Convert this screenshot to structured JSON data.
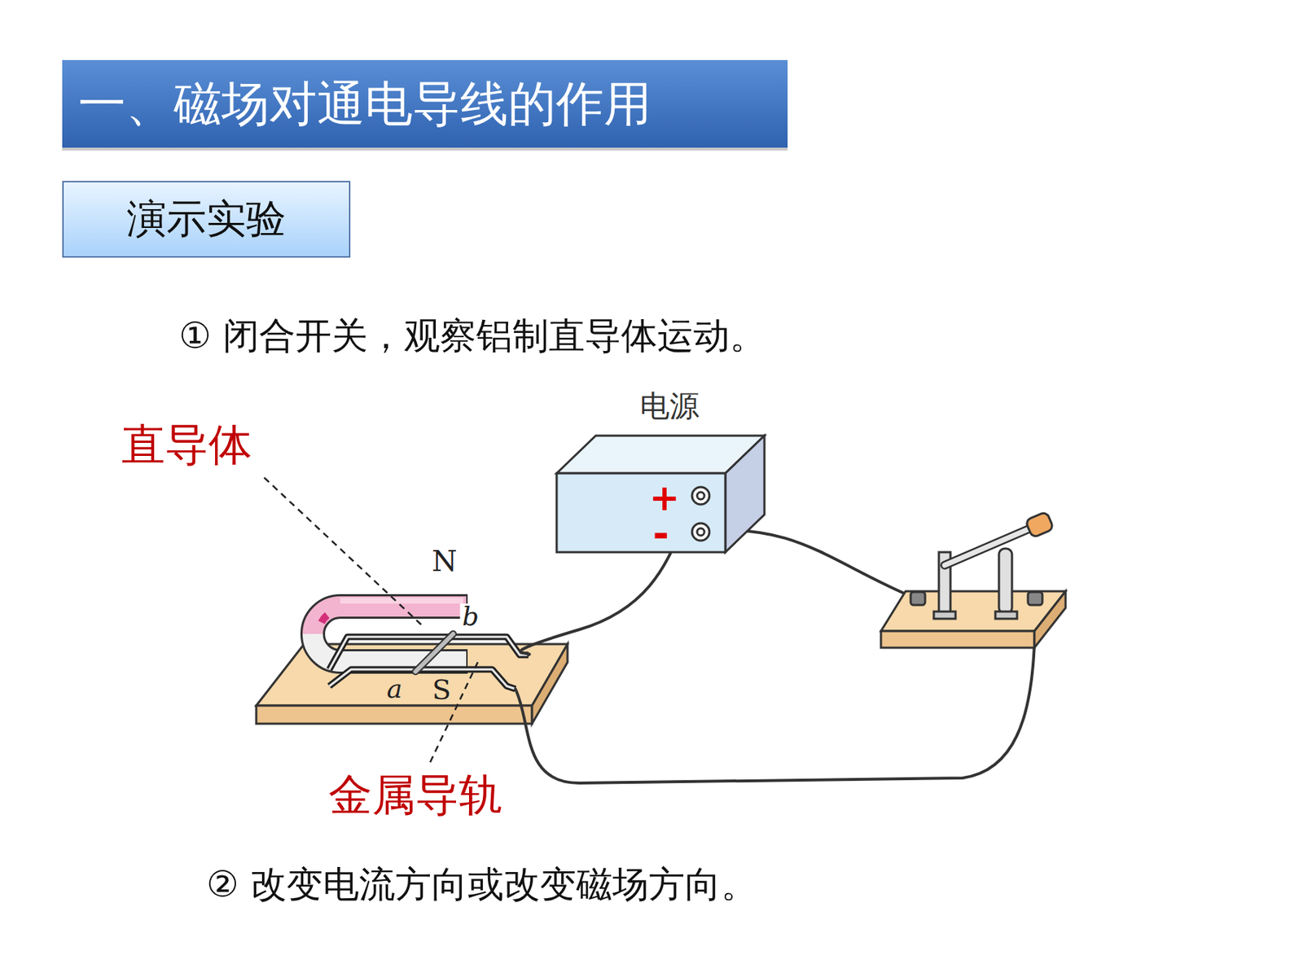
{
  "diagram": {
    "title": "一、磁场对通电导线的作用",
    "nodes": [
      {
        "text": [
          "演示实验"
        ]
      }
    ],
    "labels": [
      "① 闭合开关，观察铝制直导体运动。",
      "电源",
      "+",
      "-",
      "直导体",
      "N",
      "b",
      "a",
      "S",
      "金属导轨",
      "② 改变电流方向或改变磁场方向。"
    ]
  }
}
